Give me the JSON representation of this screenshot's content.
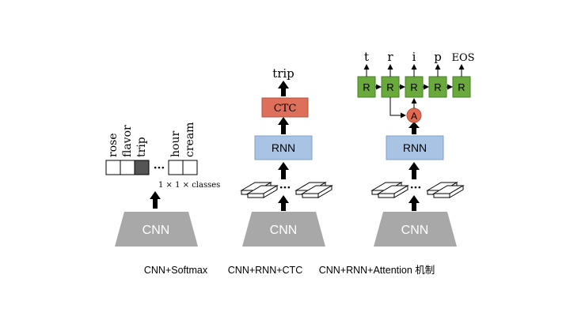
{
  "diagram": {
    "colors": {
      "cnn_fill": "#a8a8a8",
      "cnn_text": "#ffffff",
      "rnn_fill": "#a9c3e4",
      "rnn_stroke": "#7f9fc8",
      "ctc_fill": "#de6f5a",
      "ctc_stroke": "#b4513f",
      "r_fill": "#6aaa3c",
      "r_stroke": "#4a7f26",
      "attn_fill": "#e06a4f",
      "filled_cell": "#555555",
      "arrow": "#000000"
    },
    "panels": [
      {
        "cnn_label": "CNN",
        "class_words": [
          "rose",
          "flavor",
          "trip",
          "hour",
          "cream"
        ],
        "ellipsis": "···",
        "size_label": "1 × 1 × classes",
        "caption": "CNN+Softmax"
      },
      {
        "cnn_label": "CNN",
        "rnn_label": "RNN",
        "ctc_label": "CTC",
        "output": "trip",
        "ellipsis": "···",
        "caption": "CNN+RNN+CTC"
      },
      {
        "cnn_label": "CNN",
        "rnn_label": "RNN",
        "attention_label": "A",
        "r_label": "R",
        "outputs": [
          "t",
          "r",
          "i",
          "p",
          "EOS"
        ],
        "ellipsis": "···",
        "caption": "CNN+RNN+Attention 机制"
      }
    ]
  }
}
